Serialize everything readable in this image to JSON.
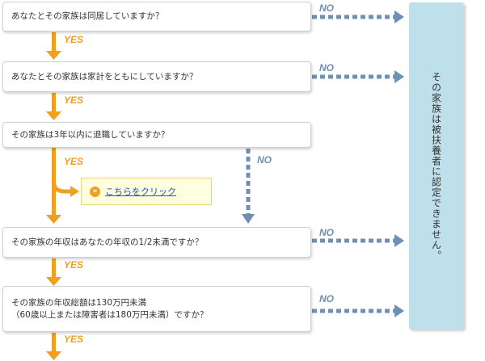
{
  "questions": [
    {
      "lines": [
        "あなたとその家族は同居していますか？"
      ]
    },
    {
      "lines": [
        "あなたとその家族は家計をともにしていますか？"
      ]
    },
    {
      "lines": [
        "その家族は3年以内に退職していますか？"
      ]
    },
    {
      "lines": [
        "その家族の年収はあなたの年収の1/2未満ですか？"
      ]
    },
    {
      "lines": [
        "その家族の年収総額は130万円未満",
        "（60歳以上または障害者は180万円未満）ですか？"
      ]
    }
  ],
  "labels": {
    "yes": "YES",
    "no": "NO"
  },
  "result": {
    "text": "その家族は被扶養者に認定できません。"
  },
  "click": {
    "icon": "»",
    "label": "こちらをクリック",
    "icon_name": "double-chevron-right-icon"
  },
  "colors": {
    "yes": "#f0a020",
    "no": "#6f8fb4",
    "result_bg": "#bee0ea",
    "click_bg": "#ffffe0",
    "link": "#2255aa"
  }
}
